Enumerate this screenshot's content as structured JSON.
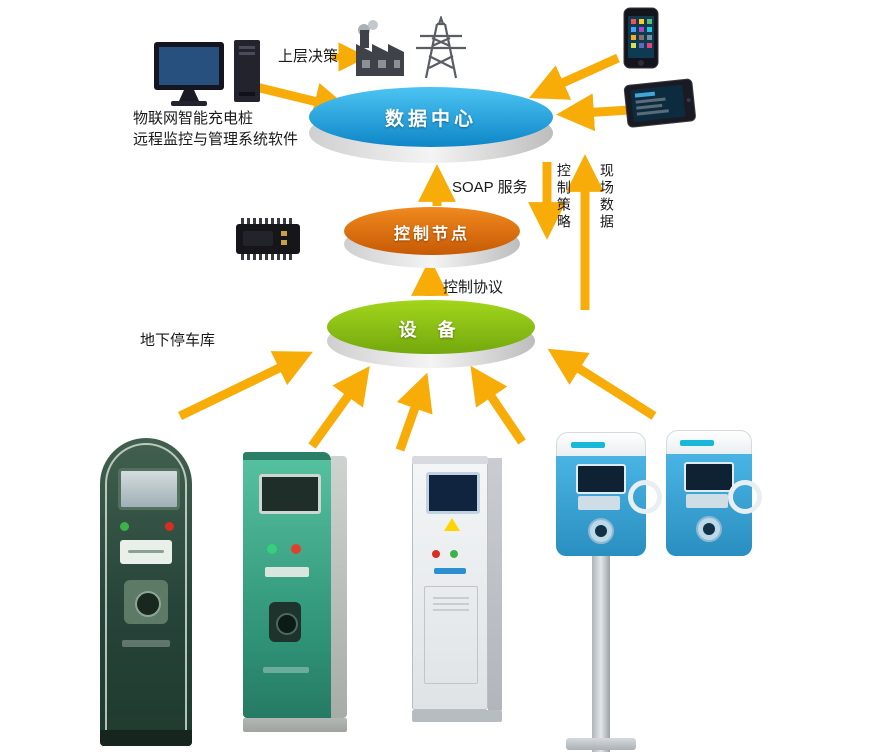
{
  "diagram": {
    "decision_label": "上层决策",
    "software_title_line1": "物联网智能充电桩",
    "software_title_line2": "远程监控与管理系统软件",
    "parking_label": "地下停车库",
    "nodes": {
      "data_center": "数据中心",
      "control_node": "控制节点",
      "device": "设 备"
    },
    "links": {
      "soap": "SOAP 服务",
      "control_strategy": "控制策略",
      "field_data": "现场数据",
      "control_protocol": "控制协议"
    },
    "colors": {
      "data_center_blue": "#1E9FE0",
      "control_node_orange": "#E2660F",
      "device_green": "#85BC10",
      "arrow_yellow": "#F7AC08"
    }
  }
}
